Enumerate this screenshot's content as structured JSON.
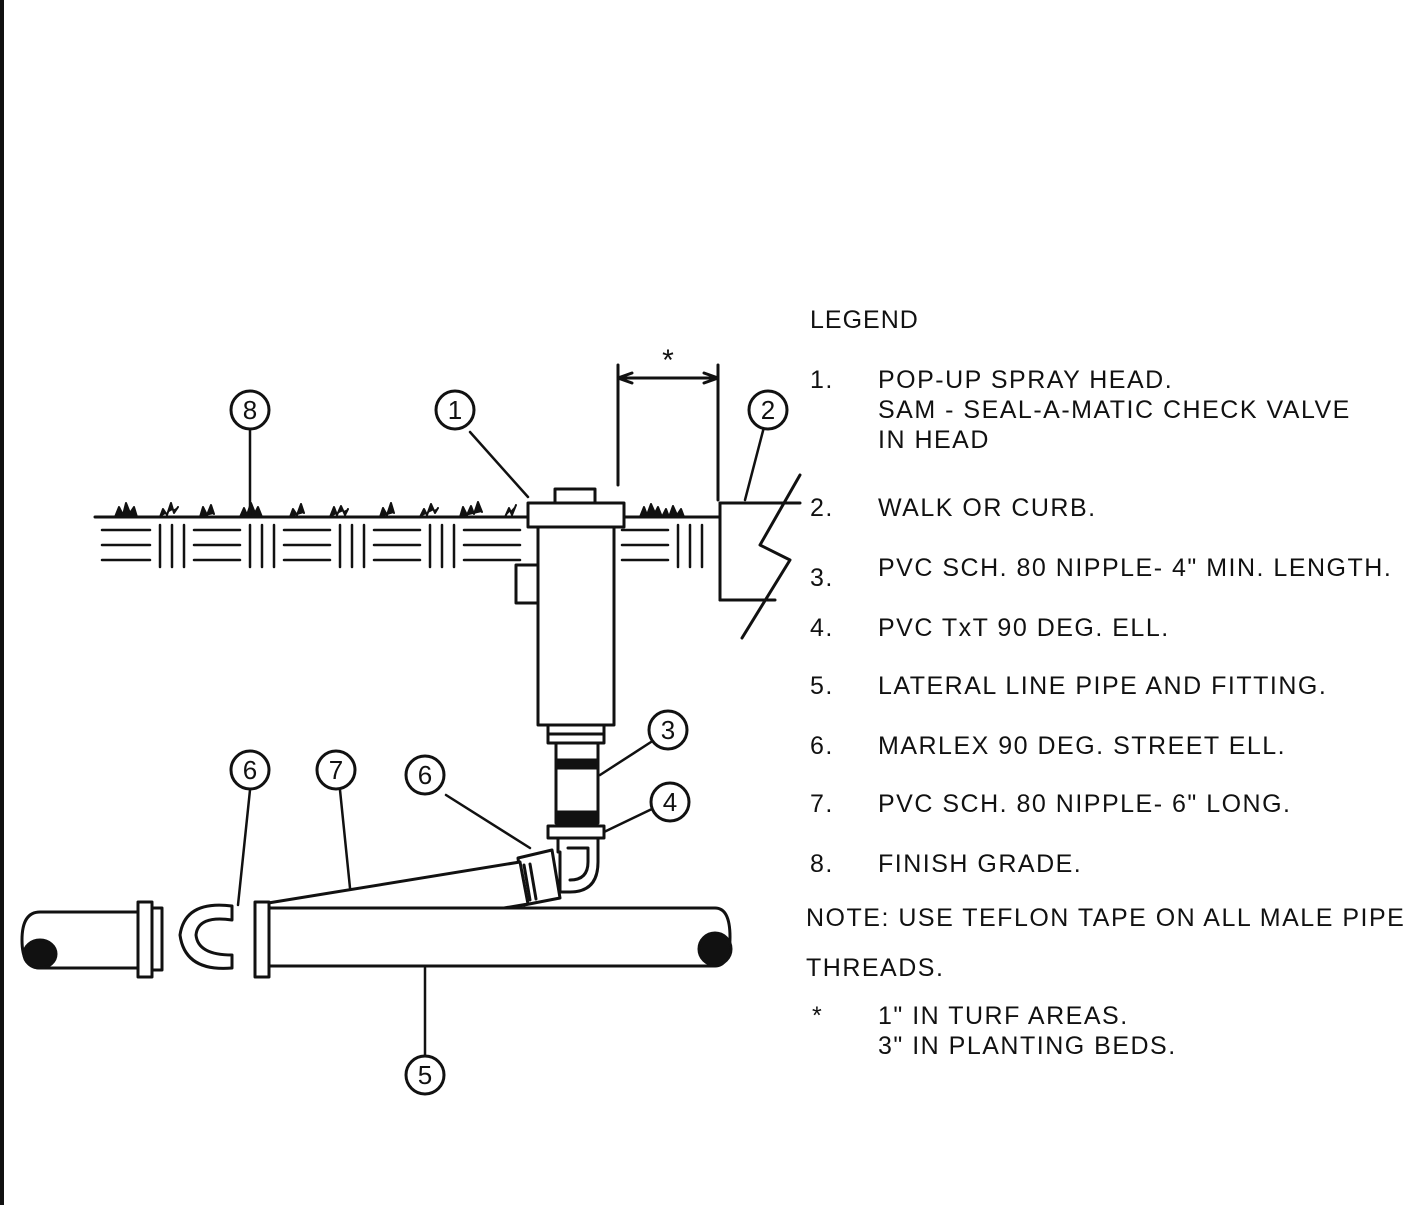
{
  "callouts": {
    "c1": "1",
    "c2": "2",
    "c3": "3",
    "c4": "4",
    "c5": "5",
    "c6a": "6",
    "c6b": "6",
    "c7": "7",
    "c8": "8"
  },
  "dimension_mark": "*",
  "legend": {
    "title": "LEGEND",
    "items": [
      {
        "num": "1.",
        "lines": [
          "POP-UP SPRAY HEAD.",
          "SAM - SEAL-A-MATIC CHECK VALVE",
          "IN HEAD"
        ]
      },
      {
        "num": "2.",
        "lines": [
          "WALK OR CURB."
        ]
      },
      {
        "num": "3.",
        "lines": [
          "PVC SCH. 80 NIPPLE- 4\" MIN. LENGTH."
        ]
      },
      {
        "num": "4.",
        "lines": [
          "PVC TxT 90 DEG. ELL."
        ]
      },
      {
        "num": "5.",
        "lines": [
          "LATERAL LINE PIPE AND FITTING."
        ]
      },
      {
        "num": "6.",
        "lines": [
          "MARLEX 90 DEG. STREET ELL."
        ]
      },
      {
        "num": "7.",
        "lines": [
          "PVC SCH. 80 NIPPLE- 6\" LONG."
        ]
      },
      {
        "num": "8.",
        "lines": [
          "FINISH GRADE."
        ]
      }
    ],
    "note": "NOTE: USE TEFLON TAPE ON ALL MALE PIPE THREADS.",
    "footnote": {
      "mark": "*",
      "lines": [
        "1\" IN TURF AREAS.",
        "3\" IN PLANTING BEDS."
      ]
    }
  }
}
